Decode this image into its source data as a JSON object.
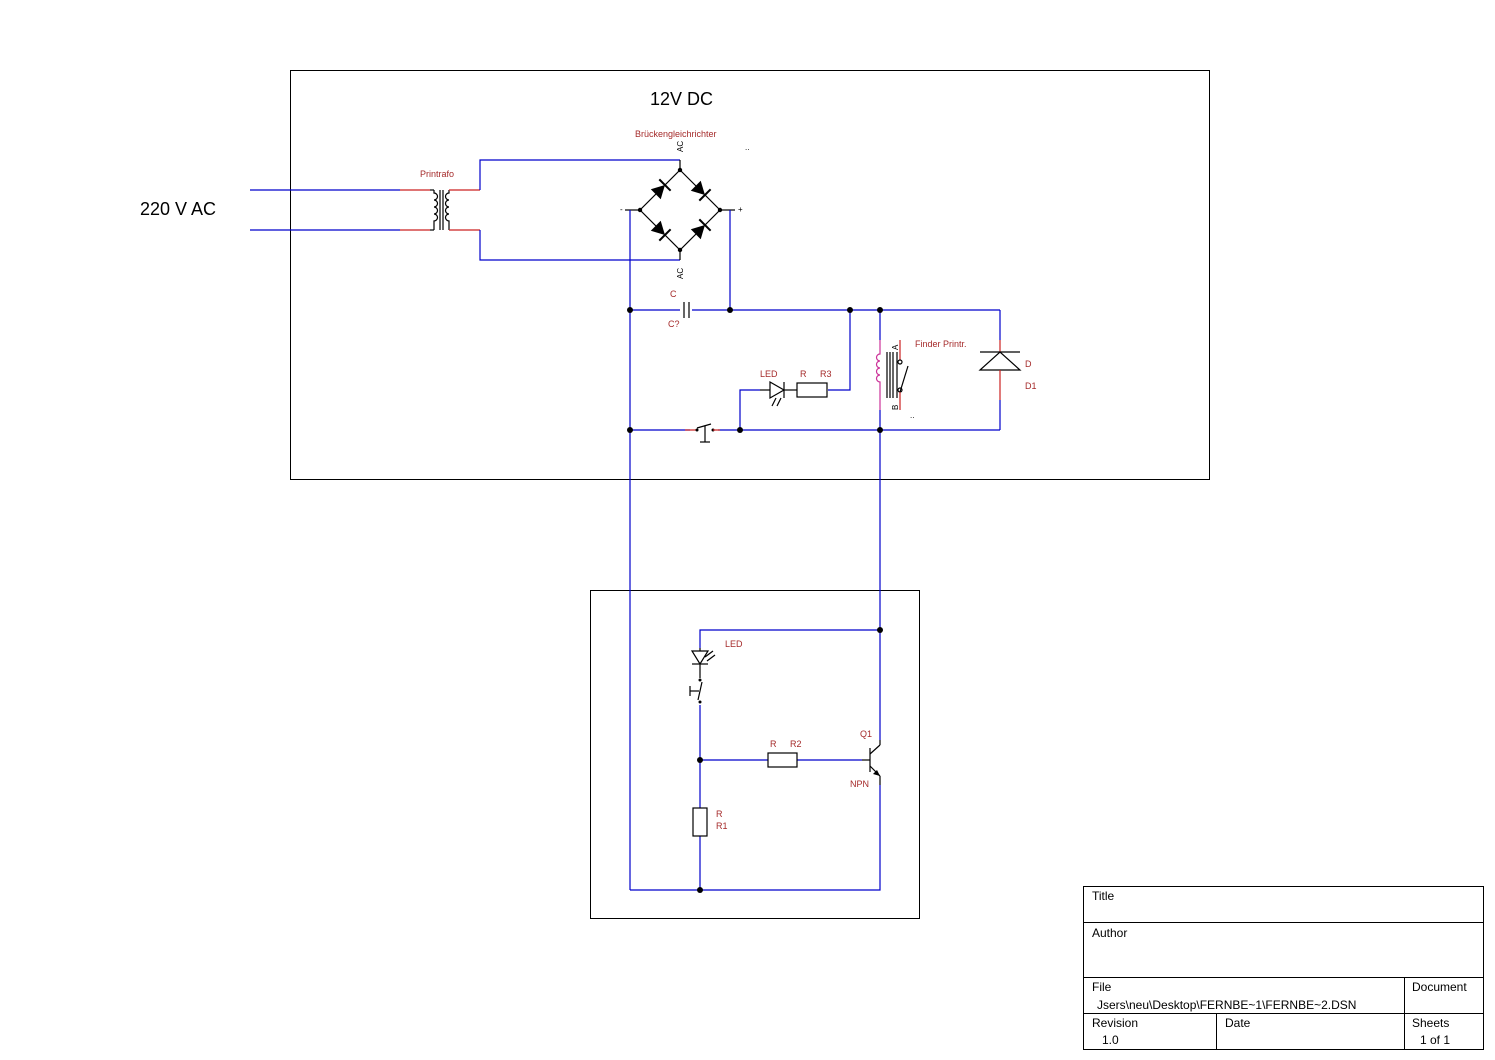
{
  "labels": {
    "ac_input": "220 V AC",
    "dc_output": "12V DC",
    "transformer": "Printrafo",
    "bridge": "Brückengleichrichter",
    "bridge_ac_top": "AC",
    "bridge_ac_bottom": "AC",
    "bridge_minus": "-",
    "bridge_plus": "+",
    "bridge_dots": "..",
    "cap_type": "C",
    "cap_ref": "C?",
    "led1_type": "LED",
    "r3_type": "R",
    "r3_ref": "R3",
    "relay_name": "Finder Printr.",
    "relay_a": "A",
    "relay_b": "B",
    "relay_dots": "..",
    "diode_type": "D",
    "diode_ref": "D1",
    "led2_type": "LED",
    "r2_type": "R",
    "r2_ref": "R2",
    "transistor_ref": "Q1",
    "transistor_type": "NPN",
    "r1_type": "R",
    "r1_ref": "R1"
  },
  "title_block": {
    "title_label": "Title",
    "title_value": "",
    "author_label": "Author",
    "author_value": "",
    "file_label": "File",
    "file_value": "Jsers\\neu\\Desktop\\FERNBE~1\\FERNBE~2.DSN",
    "document_label": "Document",
    "document_value": "",
    "revision_label": "Revision",
    "revision_value": "1.0",
    "date_label": "Date",
    "date_value": "",
    "sheets_label": "Sheets",
    "sheets_value": "1 of 1"
  }
}
